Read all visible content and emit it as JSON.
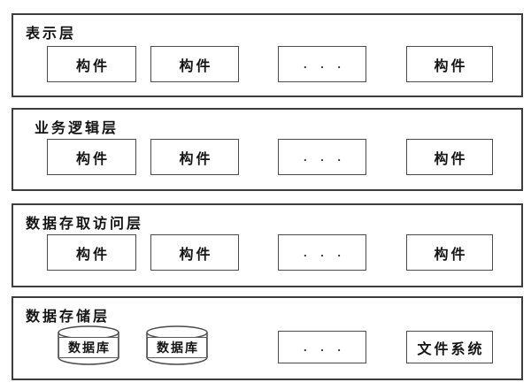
{
  "diagram": {
    "layers": [
      {
        "id": "presentation",
        "title": "表示层",
        "items": [
          {
            "type": "box",
            "label": "构件"
          },
          {
            "type": "box",
            "label": "构件"
          },
          {
            "type": "dots",
            "label": ". . ."
          },
          {
            "type": "box",
            "label": "构件"
          }
        ]
      },
      {
        "id": "business-logic",
        "title": "业务逻辑层",
        "items": [
          {
            "type": "box",
            "label": "构件"
          },
          {
            "type": "box",
            "label": "构件"
          },
          {
            "type": "dots",
            "label": ". . ."
          },
          {
            "type": "box",
            "label": "构件"
          }
        ]
      },
      {
        "id": "data-access",
        "title": "数据存取访问层",
        "items": [
          {
            "type": "box",
            "label": "构件"
          },
          {
            "type": "box",
            "label": "构件"
          },
          {
            "type": "dots",
            "label": ". . ."
          },
          {
            "type": "box",
            "label": "构件"
          }
        ]
      },
      {
        "id": "data-storage",
        "title": "数据存储层",
        "items": [
          {
            "type": "cylinder",
            "label": "数据库"
          },
          {
            "type": "cylinder",
            "label": "数据库"
          },
          {
            "type": "dots",
            "label": ". . ."
          },
          {
            "type": "box",
            "label": "文件系统"
          }
        ]
      }
    ]
  }
}
